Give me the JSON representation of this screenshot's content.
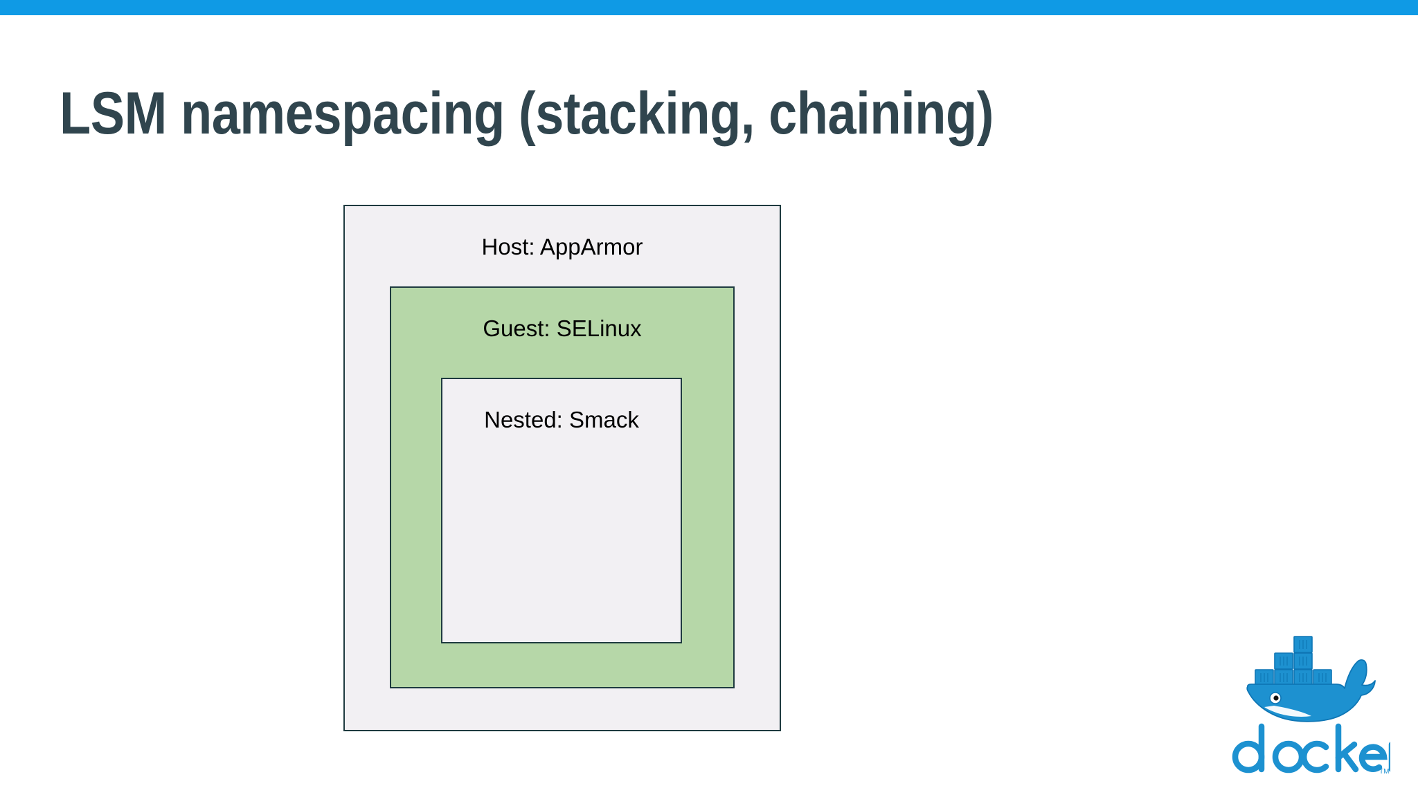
{
  "slide": {
    "title": "LSM namespacing (stacking, chaining)",
    "accent_color": "#0f9ae5",
    "title_color": "#30454e",
    "background_color": "#ffffff"
  },
  "diagram": {
    "type": "nested-boxes",
    "description": "Three nested rectangles showing layered Linux Security Modules",
    "levels": [
      {
        "name": "host",
        "label": "Host: AppArmor",
        "fill_color": "#f2f0f3",
        "border_color": "#1e3a3f"
      },
      {
        "name": "guest",
        "label": "Guest: SELinux",
        "fill_color": "#b6d7a8",
        "border_color": "#1e3a3f"
      },
      {
        "name": "nested",
        "label": "Nested: Smack",
        "fill_color": "#f2f0f3",
        "border_color": "#1e3a3f"
      }
    ]
  },
  "branding": {
    "logo_name": "docker-logo",
    "wordmark": "docker",
    "trademark": "TM",
    "logo_color": "#1d91d0",
    "logo_color_dark": "#1488c6"
  }
}
